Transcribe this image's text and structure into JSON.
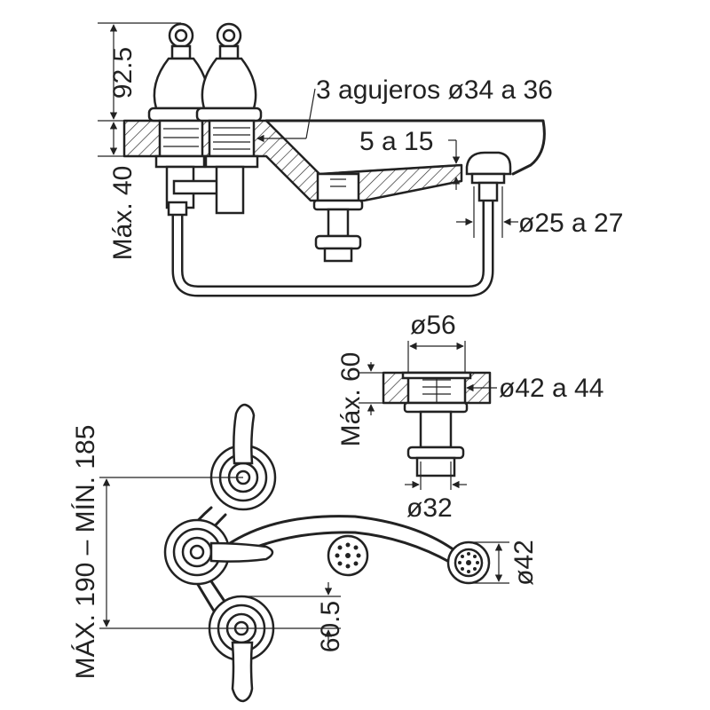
{
  "labels": {
    "handle_height": "92.5",
    "deck_thickness_max": "Máx. 40",
    "holes": "3 agujeros ø34 a 36",
    "spout_gap": "5 a 15",
    "spout_tube": "ø25 a 27",
    "drain_flange": "ø56",
    "drain_hole": "ø42 a 44",
    "drain_max": "Máx. 60",
    "drain_tail": "ø32",
    "centers_range": "MÁX. 190 – MÍN. 185",
    "half_center": "60.5",
    "aerator": "ø42"
  }
}
